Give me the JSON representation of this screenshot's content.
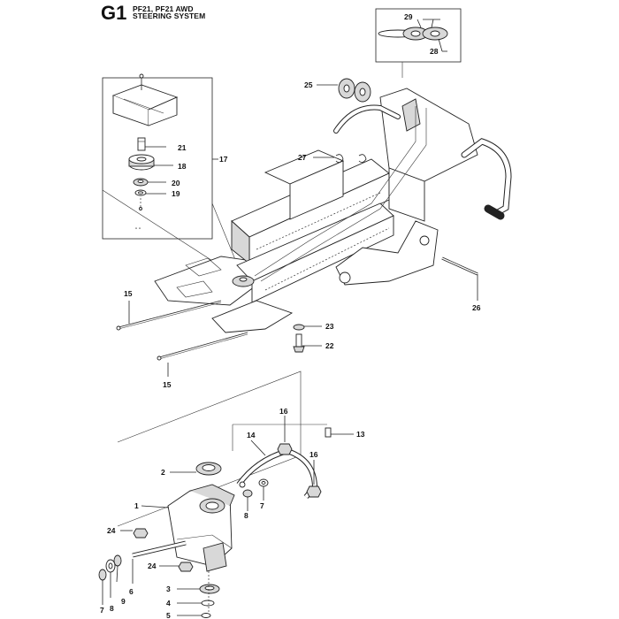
{
  "header": {
    "code": "G1",
    "line1": "PF21, PF21 AWD",
    "line2": "STEERING SYSTEM"
  },
  "callouts": {
    "c1": "1",
    "c2": "2",
    "c3": "3",
    "c4": "4",
    "c5": "5",
    "c6": "6",
    "c7a": "7",
    "c7b": "7",
    "c8a": "8",
    "c8b": "8",
    "c9": "9",
    "c13": "13",
    "c14": "14",
    "c15a": "15",
    "c15b": "15",
    "c16a": "16",
    "c16b": "16",
    "c17": "17",
    "c18": "18",
    "c19": "19",
    "c20": "20",
    "c21": "21",
    "c22": "22",
    "c23": "23",
    "c24a": "24",
    "c24b": "24",
    "c25": "25",
    "c26": "26",
    "c27": "27",
    "c28": "28",
    "c29": "29"
  },
  "small_marks": {
    "tick": "\" \""
  }
}
